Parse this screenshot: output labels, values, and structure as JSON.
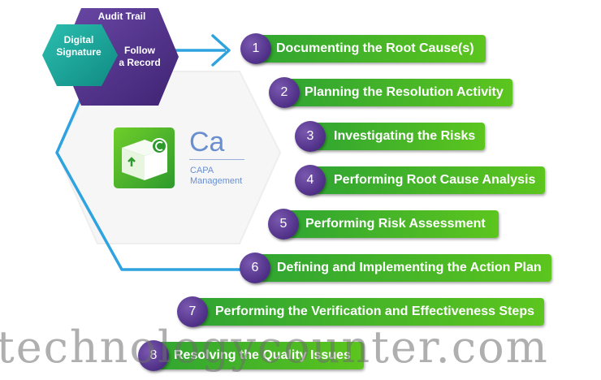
{
  "hexagons": {
    "purple": {
      "line1": "Audit Trail",
      "line2": "Follow",
      "line3": "a Record"
    },
    "teal": {
      "line1": "Digital",
      "line2": "Signature"
    }
  },
  "center": {
    "symbol": "Ca",
    "label_line1": "CAPA",
    "label_line2": "Management",
    "icon": "capa-box-icon"
  },
  "steps": [
    {
      "number": "1",
      "label": "Documenting the Root Cause(s)"
    },
    {
      "number": "2",
      "label": "Planning the Resolution Activity"
    },
    {
      "number": "3",
      "label": "Investigating the Risks"
    },
    {
      "number": "4",
      "label": "Performing Root Cause Analysis"
    },
    {
      "number": "5",
      "label": "Performing Risk Assessment"
    },
    {
      "number": "6",
      "label": "Defining and Implementing the Action Plan"
    },
    {
      "number": "7",
      "label": "Performing the Verification and Effectiveness Steps"
    },
    {
      "number": "8",
      "label": "Resolving the Quality Issues"
    }
  ],
  "watermark": "technologycounter.com",
  "colors": {
    "purple": "#4e2f86",
    "teal": "#1aa39a",
    "green": "#3cb02b",
    "blue_line": "#2ea3e0",
    "ca_blue": "#6a8fd0"
  }
}
